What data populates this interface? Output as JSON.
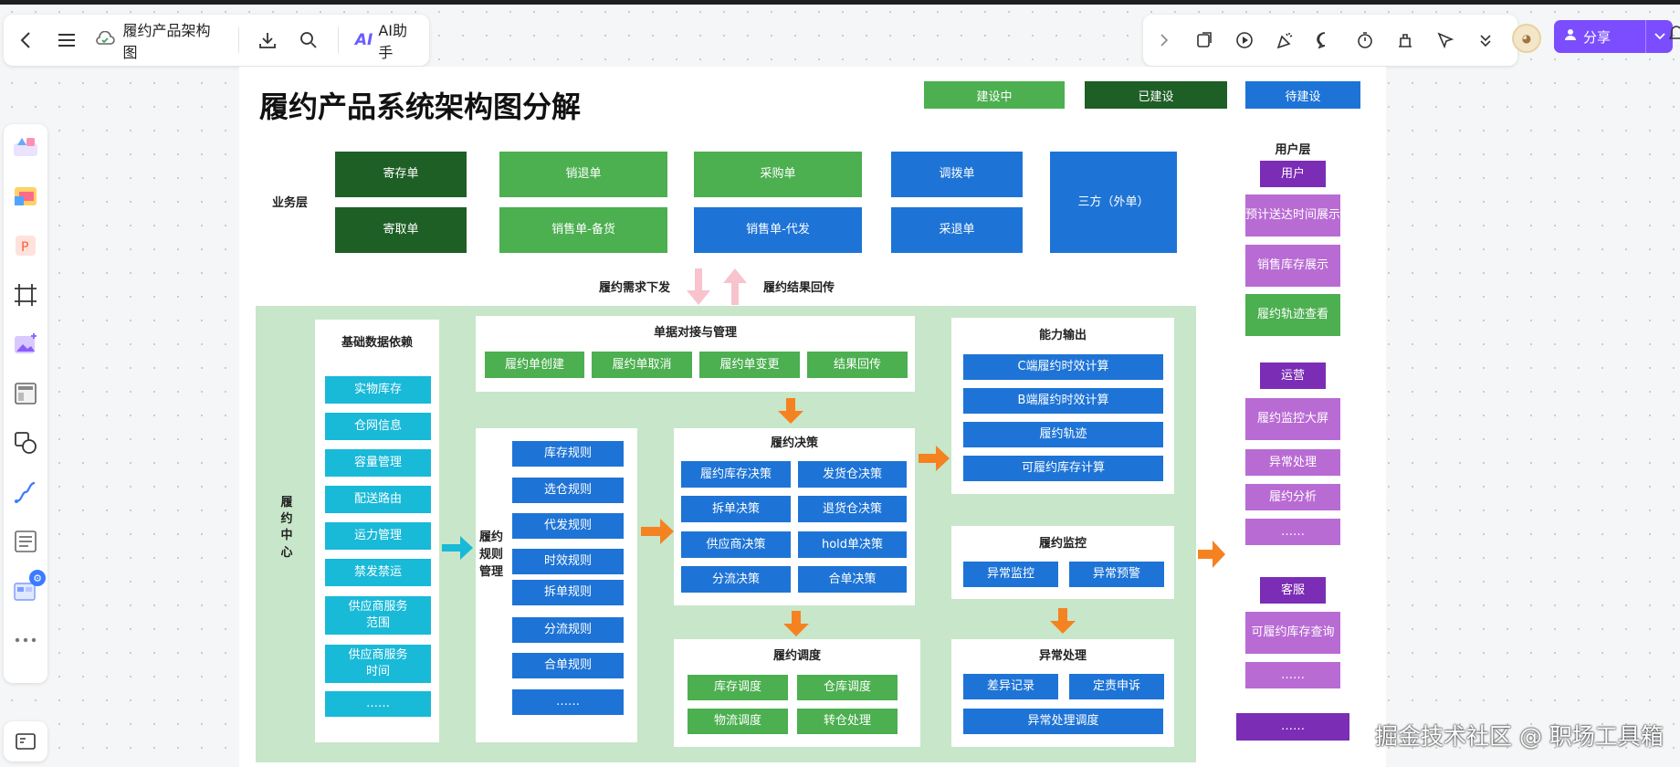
{
  "toolbar": {
    "doc_title": "履约产品架构图",
    "ai_label": "AI助手",
    "ai_logo": "AI",
    "share_label": "分享"
  },
  "icons": [
    "back-icon",
    "menu-icon",
    "cloud-sync-icon",
    "download-icon",
    "search-icon",
    "ai-icon",
    "collapse-icon",
    "present-icon",
    "play-icon",
    "celebrate-icon",
    "comment-icon",
    "timer-icon",
    "vote-icon",
    "cursor-follow-icon",
    "more-down-icon",
    "bell-icon"
  ],
  "diagram": {
    "title": "履约产品系统架构图分解",
    "legend": [
      {
        "label": "建设中",
        "color": "#4caf50"
      },
      {
        "label": "已建设",
        "color": "#1e5f26"
      },
      {
        "label": "待建设",
        "color": "#1e74d6"
      }
    ],
    "business_layer": {
      "label": "业务层",
      "items": [
        "寄存单",
        "销退单",
        "采购单",
        "调拨单",
        "寄取单",
        "销售单-备货",
        "销售单-代发",
        "采退单",
        "三方（外单）"
      ]
    },
    "flow": {
      "down": "履约需求下发",
      "up": "履约结果回传"
    },
    "center_label": "履约中心",
    "basic_data": {
      "title": "基础数据依赖",
      "items": [
        "实物库存",
        "仓网信息",
        "容量管理",
        "配送路由",
        "运力管理",
        "禁发禁运",
        "供应商服务范围",
        "供应商服务时间",
        "……"
      ]
    },
    "rules": {
      "title": "履约规则管理",
      "items": [
        "库存规则",
        "选仓规则",
        "代发规则",
        "时效规则",
        "拆单规则",
        "分流规则",
        "合单规则",
        "……"
      ]
    },
    "doc_mgmt": {
      "title": "单据对接与管理",
      "items": [
        "履约单创建",
        "履约单取消",
        "履约单变更",
        "结果回传"
      ]
    },
    "decision": {
      "title": "履约决策",
      "items": [
        "履约库存决策",
        "发货仓决策",
        "拆单决策",
        "退货仓决策",
        "供应商决策",
        "hold单决策",
        "分流决策",
        "合单决策"
      ]
    },
    "scheduling": {
      "title": "履约调度",
      "items": [
        "库存调度",
        "仓库调度",
        "物流调度",
        "转仓处理"
      ]
    },
    "capability": {
      "title": "能力输出",
      "items": [
        "C端履约时效计算",
        "B端履约时效计算",
        "履约轨迹",
        "可履约库存计算"
      ]
    },
    "monitor": {
      "title": "履约监控",
      "items": [
        "异常监控",
        "异常预警"
      ]
    },
    "exception": {
      "title": "异常处理",
      "items": [
        "差异记录",
        "定责申诉",
        "异常处理调度"
      ]
    },
    "user_layer": {
      "title": "用户层",
      "user_tag": "用户",
      "user_items": [
        "预计送达时间展示",
        "销售库存展示",
        "履约轨迹查看"
      ],
      "ops_tag": "运营",
      "ops_items": [
        "履约监控大屏",
        "异常处理",
        "履约分析",
        "……"
      ],
      "cs_tag": "客服",
      "cs_items": [
        "可履约库存查询",
        "……"
      ],
      "extra": "……"
    }
  },
  "watermark": "掘金技术社区 @ 职场工具箱"
}
